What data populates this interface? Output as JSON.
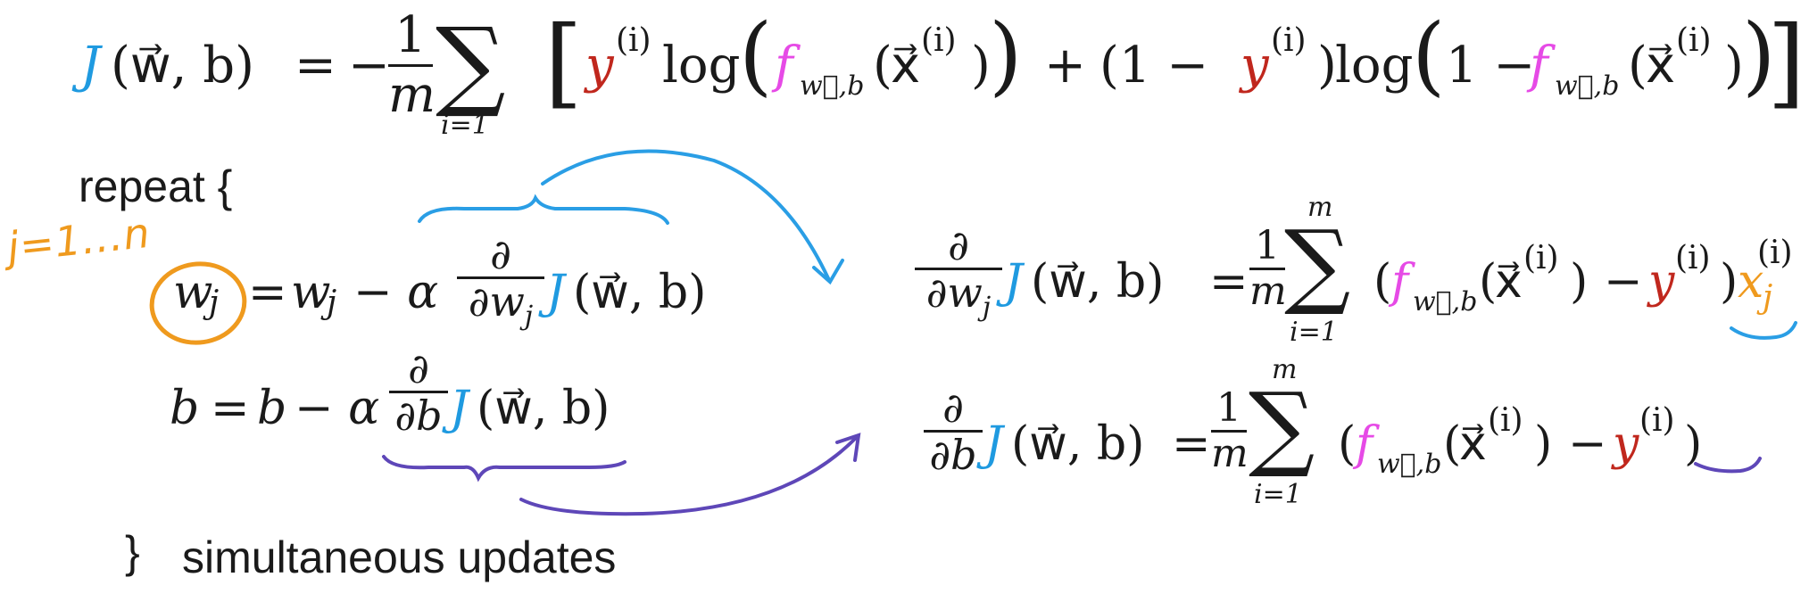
{
  "colors": {
    "J": "#1f9ae0",
    "y": "#c0271d",
    "f": "#e64ae6",
    "x_j": "#ef9a1e",
    "annot_orange": "#ef9a1e",
    "annot_blue": "#2a9ee5",
    "annot_purple": "#5e47b8",
    "text": "#1a1a1a"
  },
  "cost": {
    "J": "J",
    "args": "(w⃗, b)",
    "equals": "=",
    "minus": "−",
    "one": "1",
    "m": "m",
    "sum": "∑",
    "sum_lower": "i=1",
    "open_bracket": "[",
    "y": "y",
    "sup_i": "(i)",
    "log": "log",
    "f": "f",
    "f_sub": "w⃗,b",
    "x_arg": "x⃗",
    "plus": "+",
    "one_minus_open": "(1 −",
    "close_bracket": "]"
  },
  "repeat": {
    "keyword": "repeat {",
    "close": "}",
    "note": "simultaneous updates"
  },
  "annotation": {
    "j_range": "j=1...n"
  },
  "update_w": {
    "lhs": "w",
    "sub": "j",
    "eq": "=",
    "rhs_w": "w",
    "minus_alpha": "− α",
    "partial": "∂",
    "den": "∂w",
    "J": "J",
    "args": "(w⃗, b)"
  },
  "update_b": {
    "lhs": "b",
    "eq": "=",
    "rhs_b": "b",
    "minus_alpha": "− α",
    "partial": "∂",
    "den": "∂b",
    "J": "J",
    "args": "(w⃗, b)"
  },
  "deriv_w": {
    "partial": "∂",
    "den": "∂w",
    "sub": "j",
    "J": "J",
    "args": "(w⃗, b)",
    "eq": "=",
    "one": "1",
    "m": "m",
    "sum": "∑",
    "sum_upper": "m",
    "sum_lower": "i=1",
    "open": "(",
    "f": "f",
    "f_sub": "w⃗,b",
    "x_arg": "x⃗",
    "sup_i": "(i)",
    "minus": "−",
    "y": "y",
    "close": ")",
    "xj": "x",
    "xj_sub": "j",
    "xj_sup": "(i)"
  },
  "deriv_b": {
    "partial": "∂",
    "den": "∂b",
    "J": "J",
    "args": "(w⃗, b)",
    "eq": "=",
    "one": "1",
    "m": "m",
    "sum": "∑",
    "sum_upper": "m",
    "sum_lower": "i=1",
    "open": "(",
    "f": "f",
    "f_sub": "w⃗,b",
    "x_arg": "x⃗",
    "sup_i": "(i)",
    "minus": "−",
    "y": "y",
    "close": ")"
  }
}
